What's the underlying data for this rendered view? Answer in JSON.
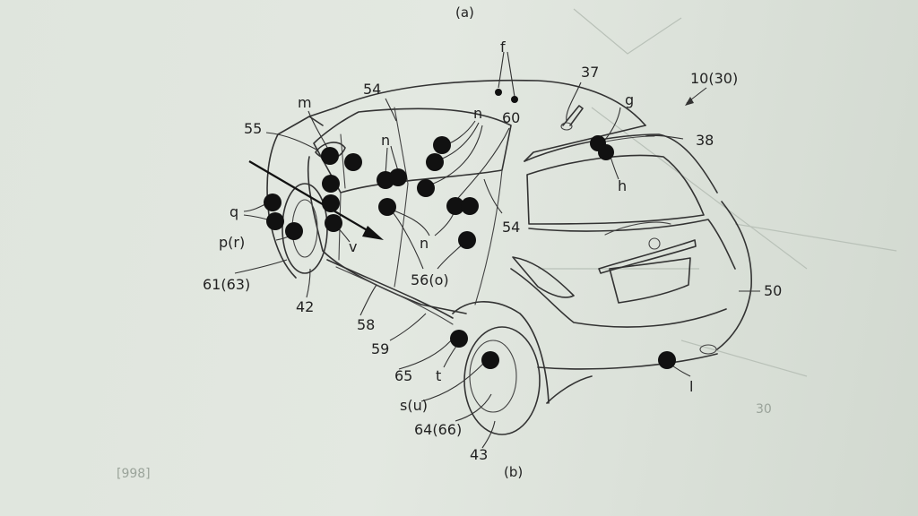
{
  "figure": {
    "caption_top": "(a)",
    "caption_bottom": "(b)",
    "reference": "10(30)"
  },
  "faint_marks": [
    "30",
    "[998]"
  ],
  "labels": {
    "f": "f",
    "n1": "n",
    "n2": "n",
    "n3": "n",
    "m": "m",
    "g": "g",
    "h": "h",
    "q": "q",
    "v": "v",
    "t": "t",
    "l": "l",
    "pr": "p(r)",
    "su": "s(u)",
    "o56": "56(o)",
    "r37": "37",
    "r38": "38",
    "r42": "42",
    "r43": "43",
    "r50": "50",
    "r54a": "54",
    "r54b": "54",
    "r55": "55",
    "r58": "58",
    "r59": "59",
    "r60": "60",
    "r65": "65",
    "r6163": "61(63)",
    "r6466": "64(66)"
  }
}
